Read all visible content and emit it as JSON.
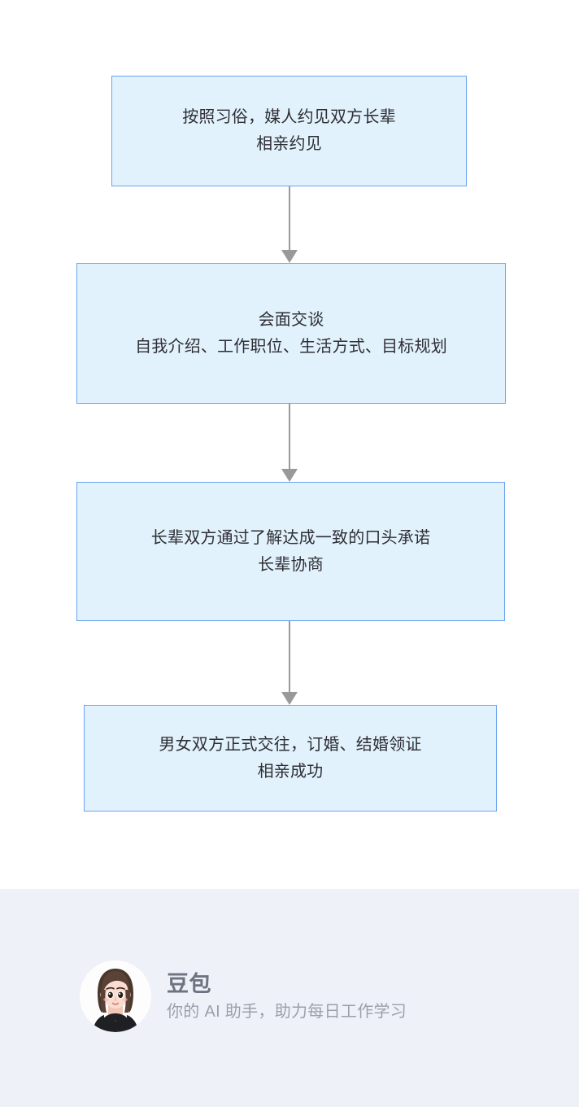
{
  "canvas": {
    "background_color": "#ffffff",
    "diagram_type": "flowchart",
    "direction": "top-to-bottom"
  },
  "flowchart": {
    "node_fill_color": "#e2f2fd",
    "node_border_color": "#6ba3f0",
    "connector_color": "#999999",
    "text_color": "#2e2e33",
    "nodes": [
      {
        "id": "node-1",
        "label": "按照习俗，媒人约见双方长辈\n相亲约见",
        "line1": "按照习俗，媒人约见双方长辈",
        "line2": "相亲约见"
      },
      {
        "id": "node-2",
        "label": "会面交谈\n自我介绍、工作职位、生活方式、目标规划",
        "line1": "会面交谈",
        "line2": "自我介绍、工作职位、生活方式、目标规划"
      },
      {
        "id": "node-3",
        "label": "长辈双方通过了解达成一致的口头承诺\n长辈协商",
        "line1": "长辈双方通过了解达成一致的口头承诺",
        "line2": "长辈协商"
      },
      {
        "id": "node-4",
        "label": "男女双方正式交往，订婚、结婚领证\n相亲成功",
        "line1": "男女双方正式交往，订婚、结婚领证",
        "line2": "相亲成功"
      }
    ],
    "edges": [
      {
        "id": "edge-1-2",
        "from": "node-1",
        "to": "node-2"
      },
      {
        "id": "edge-2-3",
        "from": "node-2",
        "to": "node-3"
      },
      {
        "id": "edge-3-4",
        "from": "node-3",
        "to": "node-4"
      }
    ]
  },
  "footer": {
    "background_color": "#eff1f9",
    "avatar_icon": "avatar-woman-icon",
    "brand_name": "豆包",
    "tagline": "你的 AI 助手，助力每日工作学习",
    "brand_name_color": "#6d737f",
    "tagline_color": "#9aa0ab"
  }
}
